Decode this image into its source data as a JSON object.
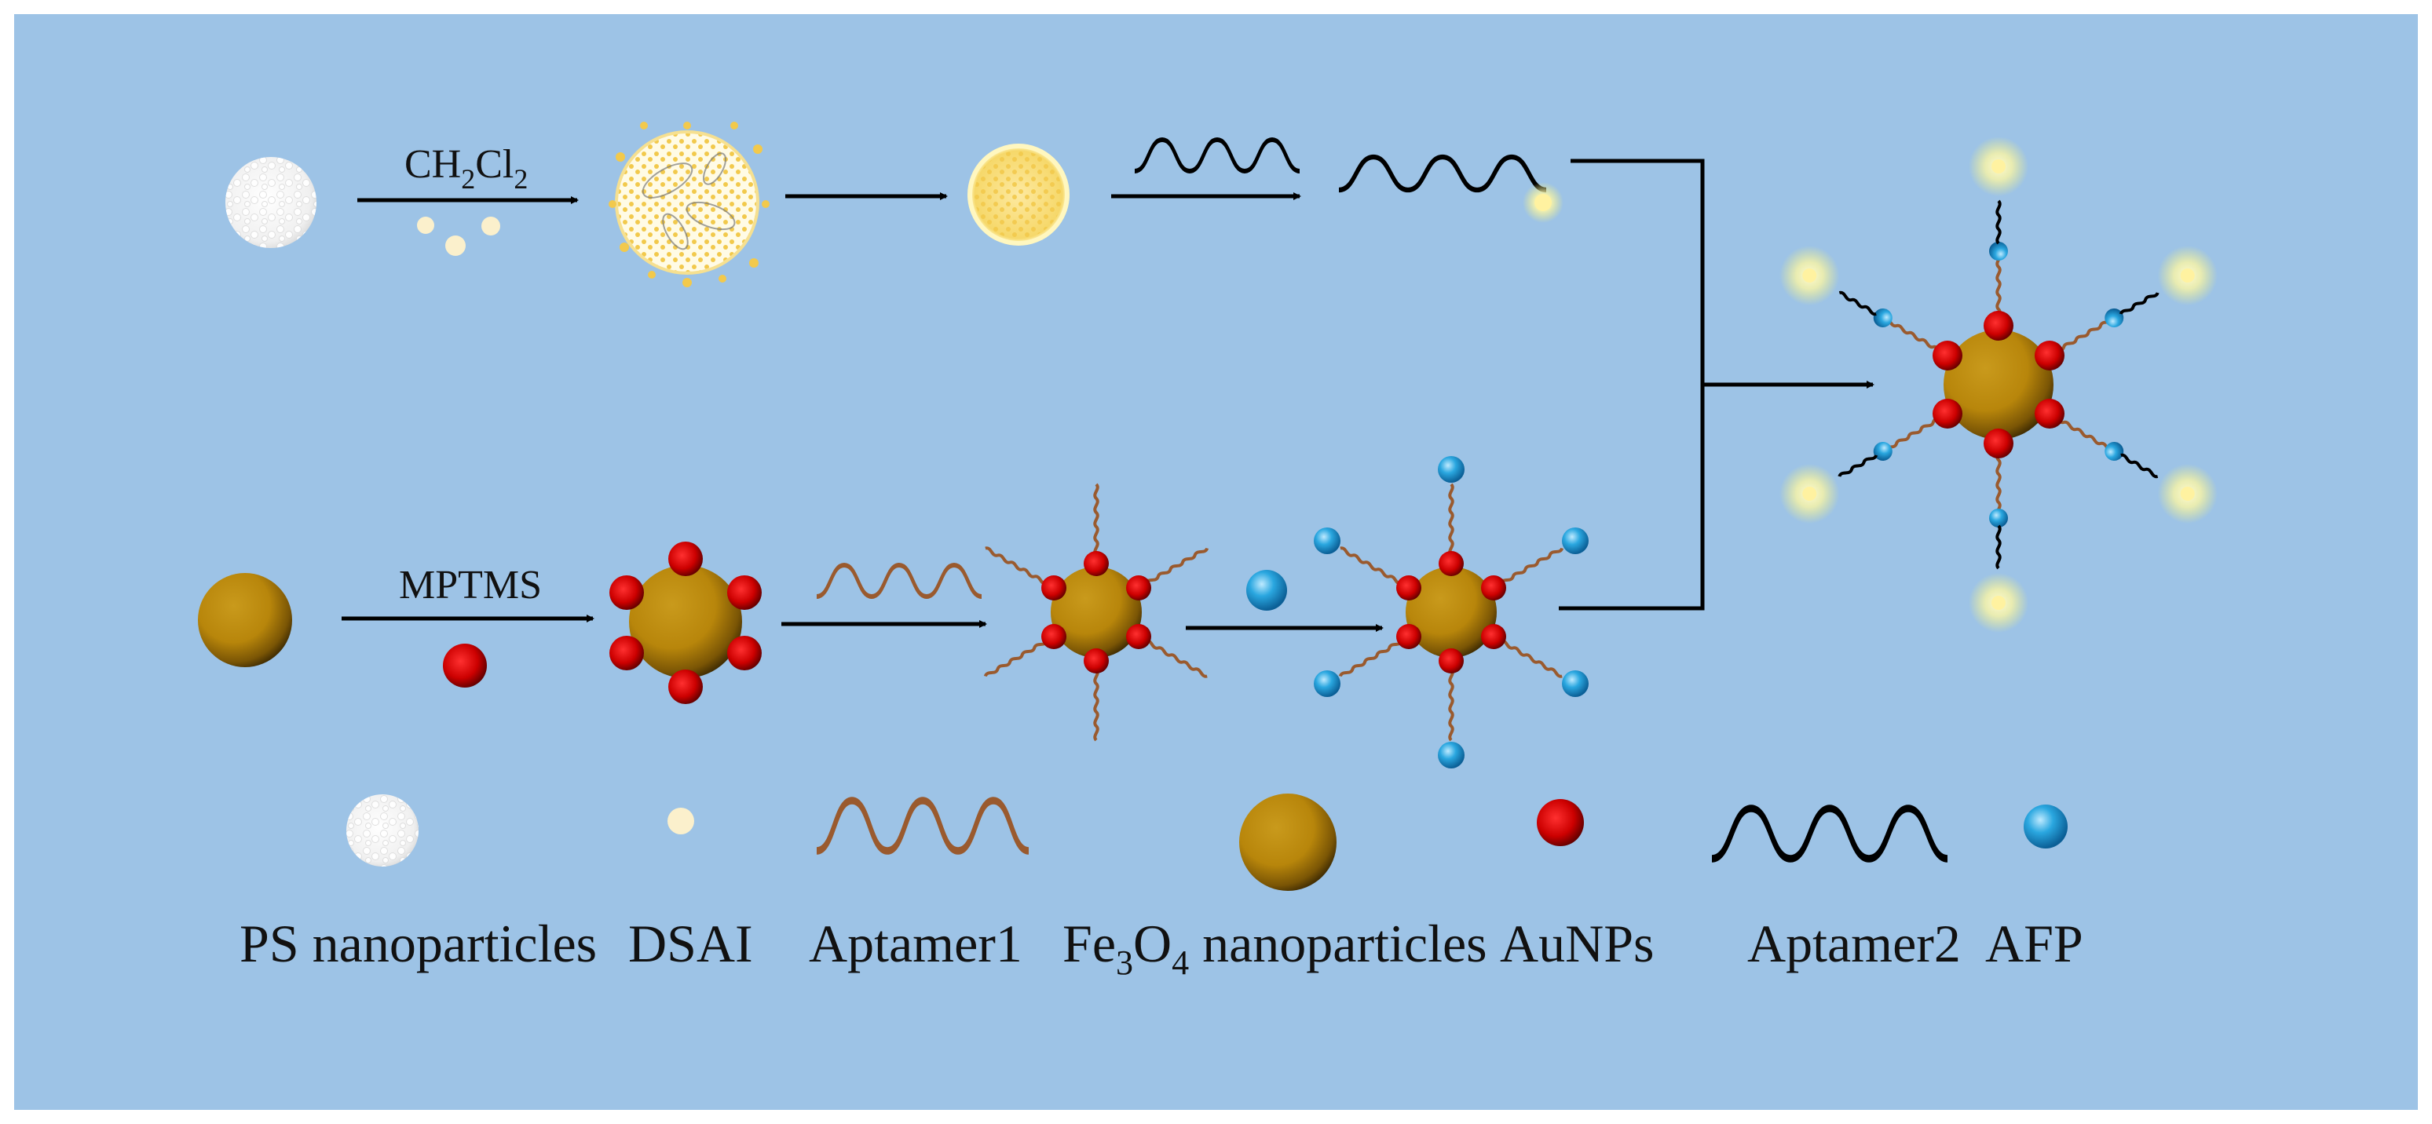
{
  "colors": {
    "background": "#9dc3e6",
    "frame": "#ffffff",
    "arrow": "#000000",
    "ps_particle": "#f4f4f4",
    "dsai": "#fbf0cc",
    "dsai_loaded_particle": "#fbe08a",
    "aptamer1": "#9a5a2e",
    "aptamer2": "#000000",
    "fe3o4": "#b8860b",
    "aunp": "#cc0000",
    "afp": "#2aa7e0",
    "glow": "#f6f3a8"
  },
  "steps": {
    "ch2cl2": {
      "base": "CH",
      "sub1": "2",
      "mid": "Cl",
      "sub2": "2"
    },
    "mptms": "MPTMS"
  },
  "legend": {
    "ps_nanoparticles": "PS nanoparticles",
    "dsai": "DSAI",
    "aptamer1": "Aptamer1",
    "fe3o4": {
      "pre": "Fe",
      "sub1": "3",
      "mid": "O",
      "sub2": "4",
      "post": " nanoparticles"
    },
    "aunps": "AuNPs",
    "aptamer2": "Aptamer2",
    "afp": "AFP"
  },
  "icons": {
    "ps": "ps-nanoparticle-icon",
    "dsai": "dsai-dot-icon",
    "aptamer1": "aptamer1-wave-icon",
    "fe3o4": "fe3o4-sphere-icon",
    "aunp": "aunp-sphere-icon",
    "aptamer2": "aptamer2-wave-icon",
    "afp": "afp-sphere-icon"
  }
}
